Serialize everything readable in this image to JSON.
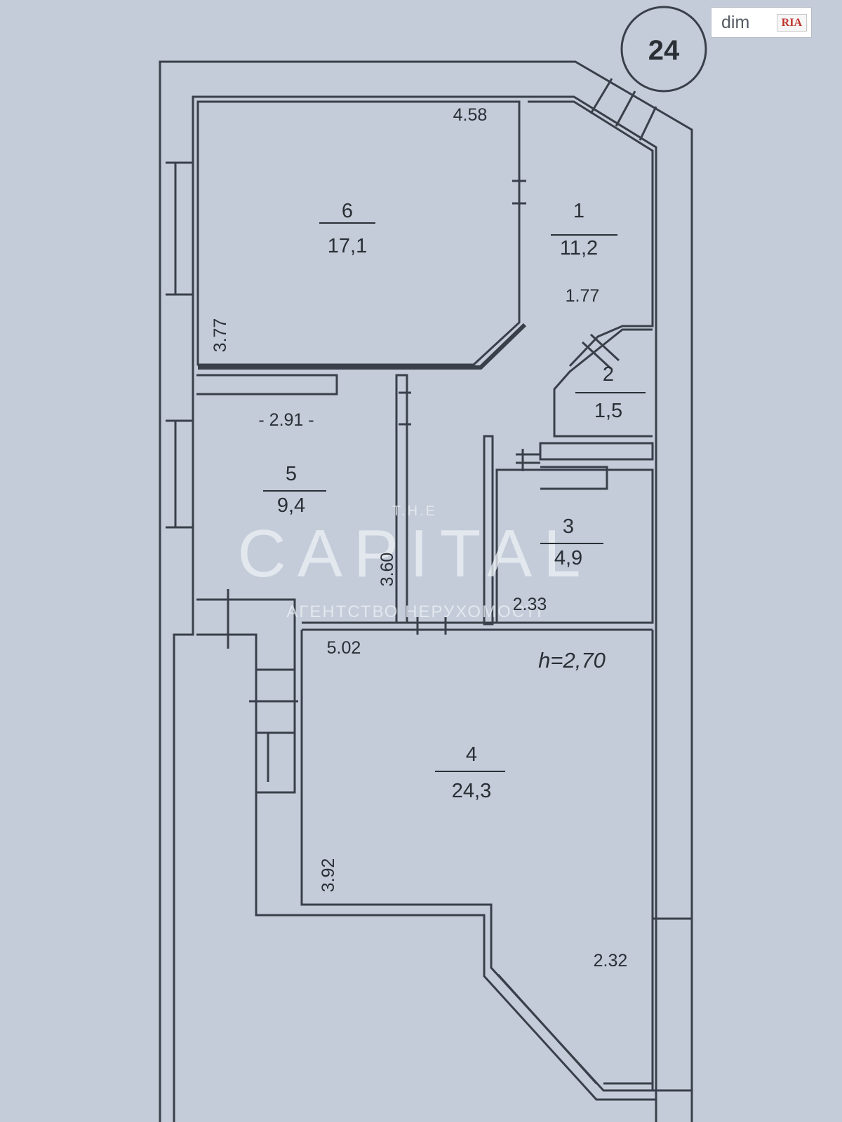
{
  "plan": {
    "number": "24",
    "height_note": "h=2,70",
    "rooms": [
      {
        "id": "room-6",
        "number": "6",
        "area": "17,1"
      },
      {
        "id": "room-1",
        "number": "1",
        "area": "11,2"
      },
      {
        "id": "room-2",
        "number": "2",
        "area": "1,5"
      },
      {
        "id": "room-5",
        "number": "5",
        "area": "9,4"
      },
      {
        "id": "room-3",
        "number": "3",
        "area": "4,9"
      },
      {
        "id": "room-4",
        "number": "4",
        "area": "24,3"
      }
    ],
    "dimensions": [
      "4.58",
      "1.77",
      "3.77",
      "- 2.91 -",
      "3.60",
      "2.33",
      "5.02",
      "3.92",
      "2.32"
    ]
  },
  "watermark": {
    "top": "T.H.E",
    "main": "CAPITAL",
    "sub": "АГЕНТСТВО НЕРУХОМОСТІ"
  },
  "badge": {
    "brand": "dim",
    "logo": "RIA"
  },
  "colors": {
    "background": "#c3ccd8",
    "wall": "#39404a",
    "ink": "#2a2f36"
  }
}
